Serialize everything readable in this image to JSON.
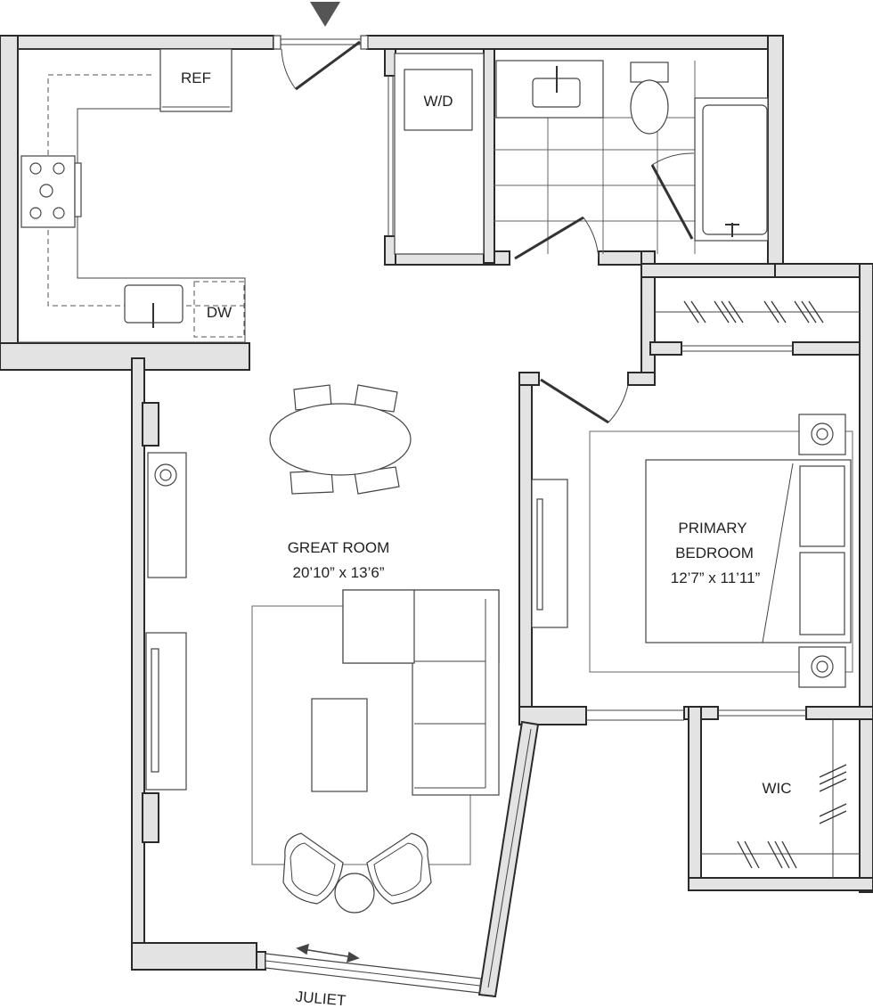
{
  "labels": {
    "ref": "REF",
    "wd": "W/D",
    "dw": "DW",
    "great_room_name": "GREAT ROOM",
    "great_room_dims": "20’10” x 13’6”",
    "bedroom_name_1": "PRIMARY",
    "bedroom_name_2": "BEDROOM",
    "bedroom_dims": "12’7” x 11’11”",
    "wic": "WIC",
    "juliet": "JULIET"
  },
  "colors": {
    "wall_fill": "#e3e3e3",
    "line": "#2a2a2a",
    "background": "#ffffff"
  },
  "icons": {
    "entry_marker": "down-triangle-icon",
    "sliding_arrow": "double-arrow-icon"
  }
}
